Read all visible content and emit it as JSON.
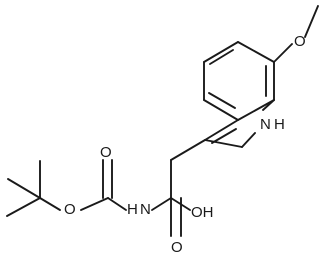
{
  "atom_labels": {
    "methoxy_oxygen": "O",
    "indole_nh": "H",
    "indole_n": "N",
    "carboxyl_oh": "OH",
    "carbonyl_oxygen": "O",
    "amide_nh": "H",
    "amide_n": "N",
    "ester_oxygen": "O",
    "boc_carbonyl_oxygen": "O"
  }
}
